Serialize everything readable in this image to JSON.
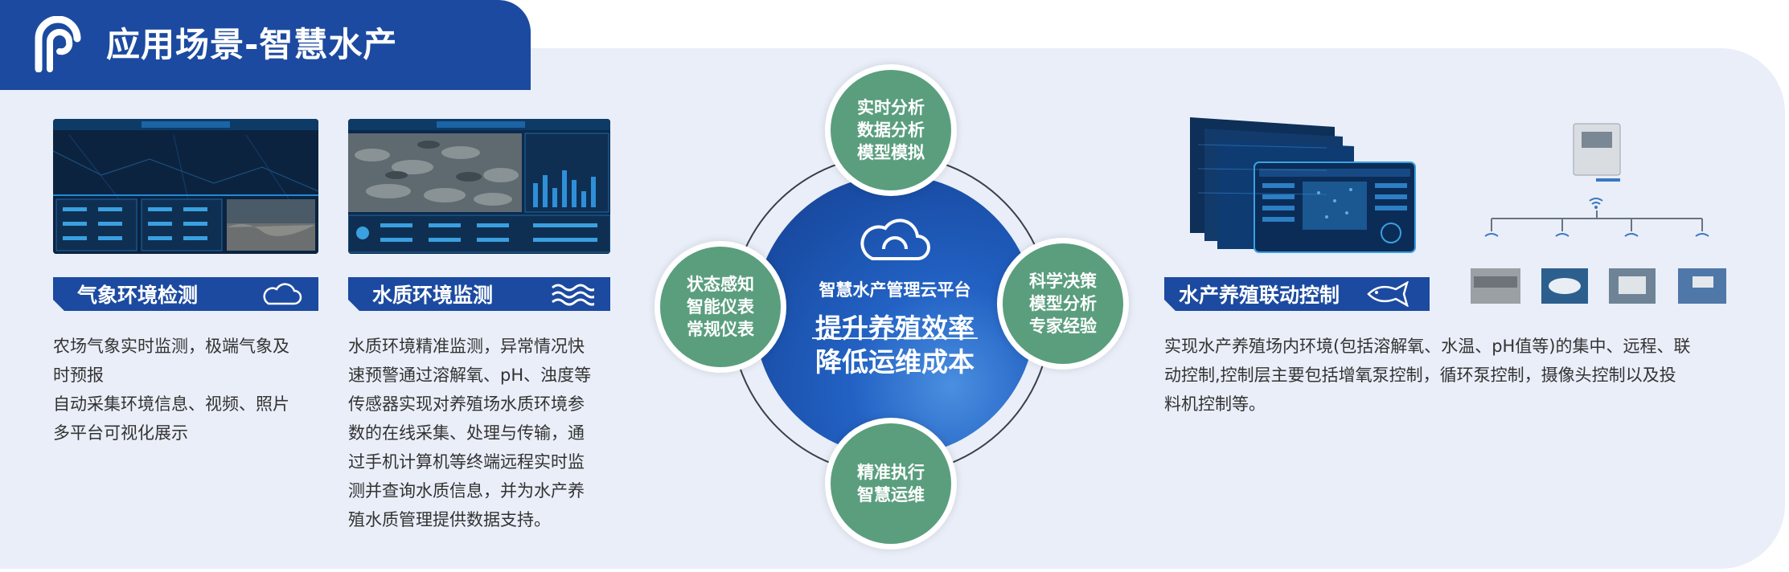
{
  "header": {
    "title": "应用场景-智慧水产"
  },
  "weather": {
    "label": "气象环境检测",
    "icon": "cloud-icon",
    "desc": [
      "农场气象实时监测，极端气象及",
      "时预报",
      "自动采集环境信息、视频、照片",
      "多平台可视化展示"
    ]
  },
  "water": {
    "label": "水质环境监测",
    "icon": "water-waves-icon",
    "desc": [
      "水质环境精准监测，异常情况快",
      "速预警通过溶解氧、pH、浊度等",
      "传感器实现对养殖场水质环境参",
      "数的在线采集、处理与传输，通",
      "过手机计算机等终端远程实时监",
      "测并查询水质信息，并为水产养",
      "殖水质管理提供数据支持。"
    ]
  },
  "platform": {
    "name": "智慧水产管理云平台",
    "slogan1": "提升养殖效率",
    "slogan2": "降低运维成本",
    "top": [
      "实时分析",
      "数据分析",
      "模型模拟"
    ],
    "left": [
      "状态感知",
      "智能仪表",
      "常规仪表"
    ],
    "right": [
      "科学决策",
      "模型分析",
      "专家经验"
    ],
    "bottom": [
      "精准执行",
      "智慧运维"
    ]
  },
  "control": {
    "label": "水产养殖联动控制",
    "icon": "fish-icon",
    "desc": [
      "实现水产养殖场内环境(包括溶解氧、水温、pH值等)的集中、远程、联",
      "动控制,控制层主要包括增氧泵控制，循环泵控制，摄像头控制以及投",
      "料机控制等。"
    ]
  },
  "colors": {
    "brand_blue": "#1c4aa0",
    "bubble_green": "#5a9e7e",
    "panel_bg": "#e9eef8"
  }
}
